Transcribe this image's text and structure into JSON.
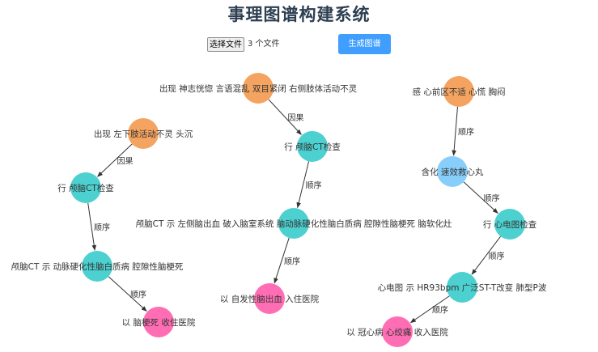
{
  "app": {
    "title": "事理图谱构建系统"
  },
  "controls": {
    "file_button_label": "选择文件",
    "file_count_text": "3 个文件",
    "generate_button_label": "生成图谱"
  },
  "colors": {
    "orange": "#f4a460",
    "teal": "#4dd0d0",
    "pink": "#ff6eb4",
    "lightblue": "#87cefa",
    "edge": "#333333",
    "accent": "#409eff"
  },
  "graph": {
    "nodes": [
      {
        "id": "n1",
        "label": "出现 左下肢活动不灵 头沉",
        "color": "orange"
      },
      {
        "id": "n2",
        "label": "行 颅脑CT检查",
        "color": "teal"
      },
      {
        "id": "n3",
        "label": "颅脑CT 示 动脉硬化性脑白质病 腔隙性脑梗死",
        "color": "teal"
      },
      {
        "id": "n4",
        "label": "以 脑梗死 收住医院",
        "color": "pink"
      },
      {
        "id": "n5",
        "label": "出现 神志恍惚 言语混乱 双目紧闭 右侧肢体活动不灵",
        "color": "orange"
      },
      {
        "id": "n6",
        "label": "行 颅脑CT检查",
        "color": "teal"
      },
      {
        "id": "n7",
        "label": "颅脑CT 示 左侧脑出血 破入脑室系统 脑动脉硬化性脑白质病 腔隙性脑梗死 脑软化灶",
        "color": "teal"
      },
      {
        "id": "n8",
        "label": "以 自发性脑出血 入住医院",
        "color": "pink"
      },
      {
        "id": "n9",
        "label": "感 心前区不适 心慌 胸闷",
        "color": "orange"
      },
      {
        "id": "n10",
        "label": "含化 速效救心丸",
        "color": "lightblue"
      },
      {
        "id": "n11",
        "label": "行 心电图检查",
        "color": "teal"
      },
      {
        "id": "n12",
        "label": "心电图 示 HR93bpm 广泛ST-T改变 肺型P波",
        "color": "teal"
      },
      {
        "id": "n13",
        "label": "以 冠心病 心绞痛 收入医院",
        "color": "pink"
      }
    ],
    "edges": [
      {
        "source": "n1",
        "target": "n2",
        "label": "因果"
      },
      {
        "source": "n2",
        "target": "n3",
        "label": "顺序"
      },
      {
        "source": "n3",
        "target": "n4",
        "label": "顺序"
      },
      {
        "source": "n5",
        "target": "n6",
        "label": "因果"
      },
      {
        "source": "n6",
        "target": "n7",
        "label": "顺序"
      },
      {
        "source": "n7",
        "target": "n8",
        "label": "顺序"
      },
      {
        "source": "n9",
        "target": "n10",
        "label": "顺序"
      },
      {
        "source": "n10",
        "target": "n11",
        "label": "顺序"
      },
      {
        "source": "n11",
        "target": "n12",
        "label": "顺序"
      },
      {
        "source": "n12",
        "target": "n13",
        "label": "顺序"
      }
    ]
  }
}
